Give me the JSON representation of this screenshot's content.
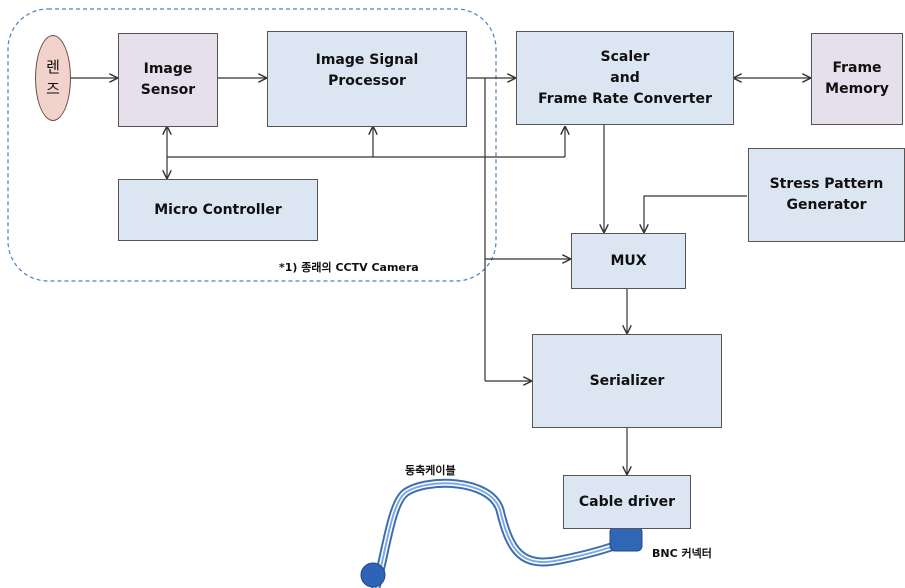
{
  "nodes": {
    "lens": "렌\n즈",
    "image_sensor": "Image\nSensor",
    "isp": "Image Signal\nProcessor",
    "scaler": "Scaler\nand\nFrame Rate Converter",
    "frame_memory": "Frame\nMemory",
    "micro_controller": "Micro Controller",
    "stress_pattern": "Stress Pattern\nGenerator",
    "mux": "MUX",
    "serializer": "Serializer",
    "cable_driver": "Cable driver"
  },
  "labels": {
    "cctv_group": "*1) 종래의 CCTV Camera",
    "coax_cable": "동축케이블",
    "bnc_connector": "BNC 커넥터"
  },
  "colors": {
    "box_blue": "#dce6f2",
    "box_pink": "#e6e0ec",
    "lens_fill": "#f2d3cb",
    "group_border": "#4f81bd",
    "cable": "#5b8fd6"
  }
}
